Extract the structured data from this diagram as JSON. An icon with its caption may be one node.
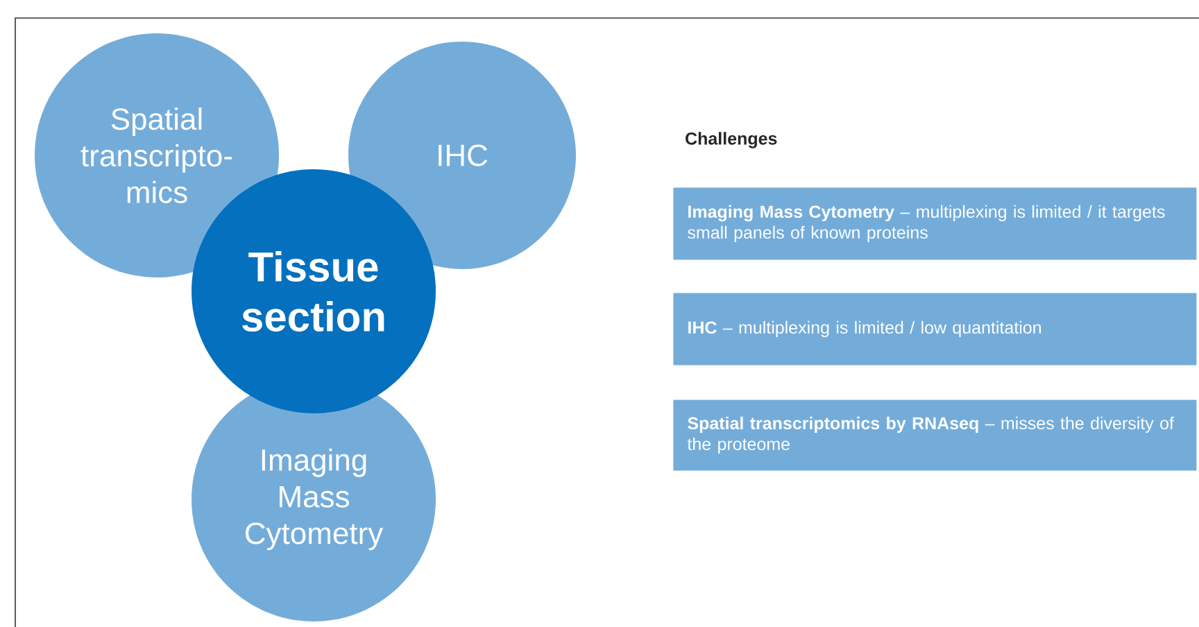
{
  "diagram": {
    "nodes": [
      {
        "text": [
          "Spatial transcripto- mics"
        ]
      },
      {
        "text": [
          "IHC"
        ]
      },
      {
        "text": [
          "Imaging Mass Cytometry"
        ]
      },
      {
        "text": [
          "Tissue section"
        ]
      },
      {
        "text": [
          "**Imaging Mass Cytometry** – multiplexing is limited / it targets small panels of known proteins"
        ]
      },
      {
        "text": [
          "**IHC** – multiplexing is limited / low quantitation"
        ]
      },
      {
        "text": [
          "**Spatial transcriptomics by RNAseq** – misses the diversity of the proteome"
        ]
      }
    ],
    "labels": [
      "Challenges"
    ]
  }
}
